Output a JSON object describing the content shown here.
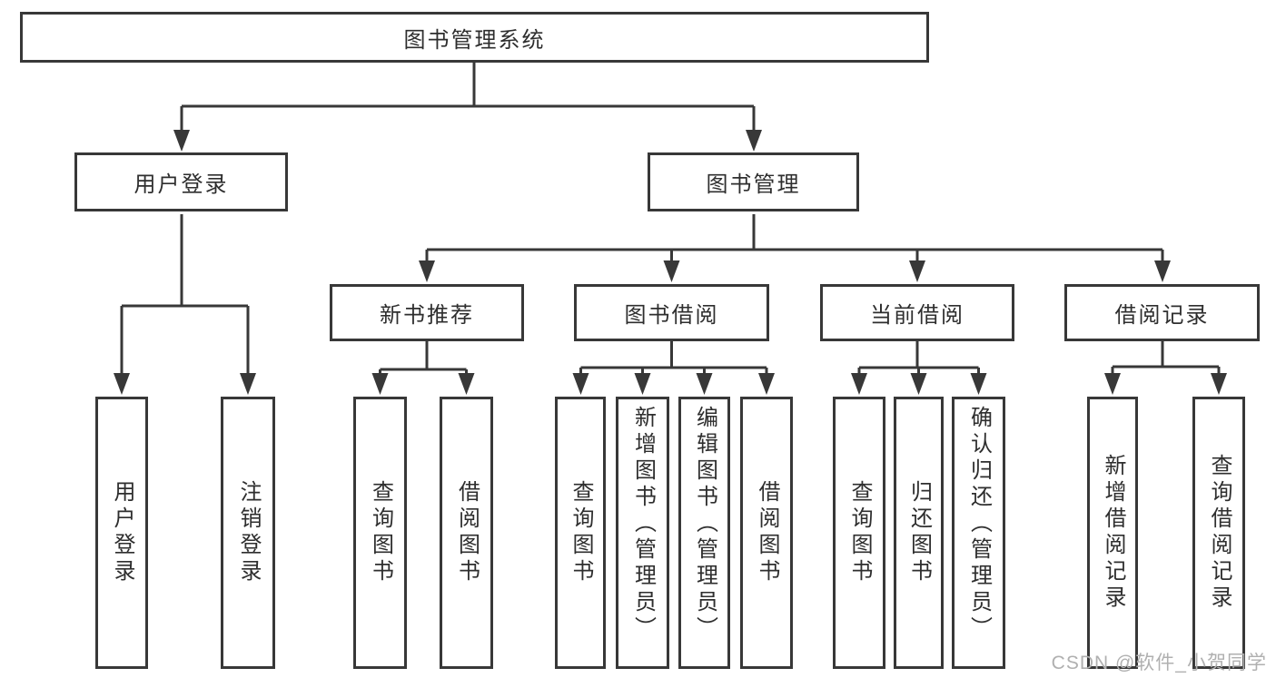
{
  "diagram": {
    "title": "图书管理系统",
    "nodes": {
      "root": {
        "label": "图书管理系统"
      },
      "user_login": {
        "label": "用户登录"
      },
      "book_mgmt": {
        "label": "图书管理"
      },
      "new_book_rec": {
        "label": "新书推荐"
      },
      "book_borrow": {
        "label": "图书借阅"
      },
      "current_borrow": {
        "label": "当前借阅"
      },
      "borrow_records": {
        "label": "借阅记录"
      },
      "leaf_user_login": {
        "label": "用户登录"
      },
      "leaf_logout": {
        "label": "注销登录"
      },
      "rec_query_book": {
        "label": "查询图书"
      },
      "rec_borrow_book": {
        "label": "借阅图书"
      },
      "bb_query_book": {
        "label": "查询图书"
      },
      "bb_add_book": {
        "label": "新增图书（管理员）"
      },
      "bb_edit_book": {
        "label": "编辑图书（管理员）"
      },
      "bb_borrow_book": {
        "label": "借阅图书"
      },
      "cb_query_book": {
        "label": "查询图书"
      },
      "cb_return_book": {
        "label": "归还图书"
      },
      "cb_confirm_return": {
        "label": "确认归还（管理员）"
      },
      "br_add_record": {
        "label": "新增借阅记录"
      },
      "br_query_record": {
        "label": "查询借阅记录"
      }
    },
    "edges": [
      "root->user_login",
      "root->book_mgmt",
      "user_login->leaf_user_login",
      "user_login->leaf_logout",
      "book_mgmt->new_book_rec",
      "book_mgmt->book_borrow",
      "book_mgmt->current_borrow",
      "book_mgmt->borrow_records",
      "new_book_rec->rec_query_book",
      "new_book_rec->rec_borrow_book",
      "book_borrow->bb_query_book",
      "book_borrow->bb_add_book",
      "book_borrow->bb_edit_book",
      "book_borrow->bb_borrow_book",
      "current_borrow->cb_query_book",
      "current_borrow->cb_return_book",
      "current_borrow->cb_confirm_return",
      "borrow_records->br_add_record",
      "borrow_records->br_query_record"
    ],
    "colors": {
      "line": "#383838",
      "box_border": "#383838",
      "text": "#2e2e2e",
      "background": "#ffffff",
      "watermark_text_color": "#b0b0b0"
    }
  },
  "watermark": "CSDN @软件_小贺同学"
}
